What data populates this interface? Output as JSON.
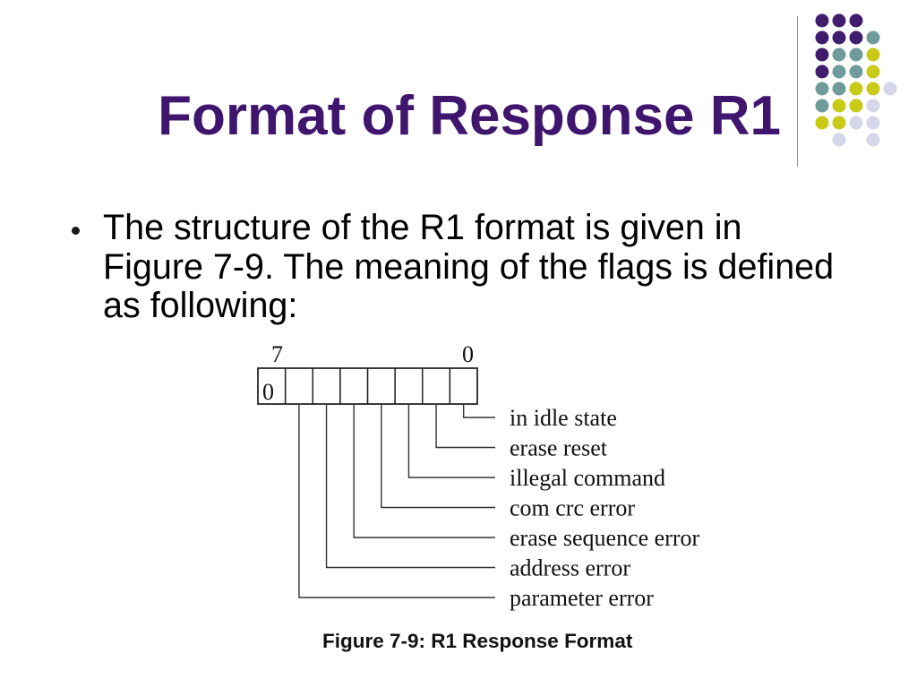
{
  "slide": {
    "title": "Format of Response R1",
    "bullets": [
      {
        "text": "The structure of the R1 format is given in\nFigure 7-9. The meaning of the flags is defined\nas following:"
      }
    ]
  },
  "figure": {
    "msb_label": "7",
    "lsb_label": "0",
    "register_cells": [
      "0",
      "",
      "",
      "",
      "",
      "",
      "",
      ""
    ],
    "flags": [
      "in idle state",
      "erase reset",
      "illegal command",
      "com crc error",
      "erase sequence error",
      "address error",
      "parameter error"
    ],
    "caption": "Figure 7-9: R1 Response Format"
  },
  "theme": {
    "title_color": "#3f156e",
    "text_color": "#000000",
    "divider_color": "#8c8c8c",
    "dot_purple": "#3f1d6c",
    "dot_teal": "#6f9c9b",
    "dot_yellow": "#c9c918",
    "dot_lavender": "#d6d6ea"
  }
}
